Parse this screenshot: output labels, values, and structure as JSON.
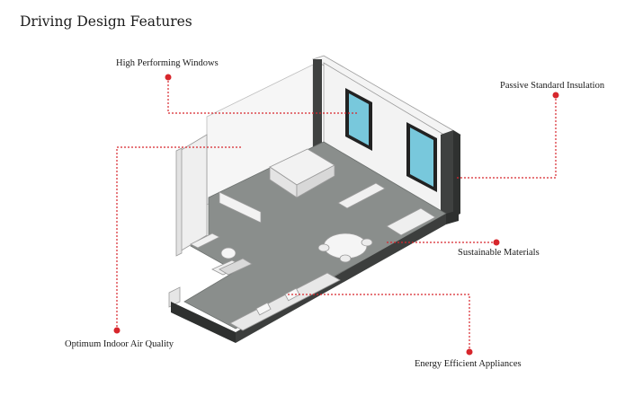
{
  "title": "Driving Design Features",
  "callouts": {
    "windows": "High Performing Windows",
    "insulation": "Passive Standard Insulation",
    "materials": "Sustainable Materials",
    "air": "Optimum Indoor Air Quality",
    "appliances": "Energy Efficient Appliances"
  },
  "colors": {
    "callout": "#d7262c",
    "floor": "#8a8e8c",
    "wall_dark": "#3f4140",
    "window_glass": "#78c8dc"
  }
}
